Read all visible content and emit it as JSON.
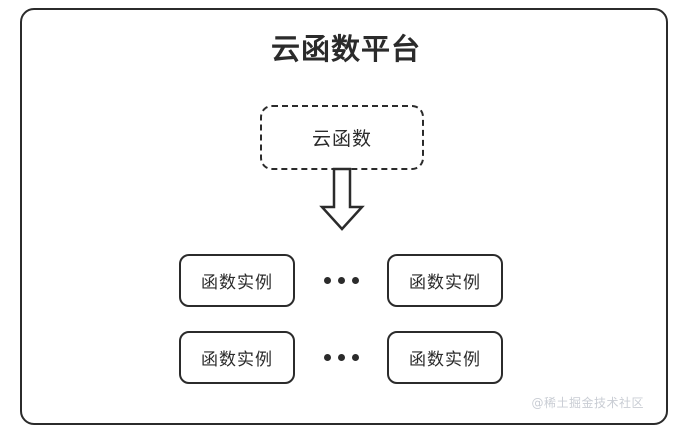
{
  "diagram": {
    "title": "云函数平台",
    "cloud_function": {
      "label": "云函数",
      "style": "dashed"
    },
    "arrow": {
      "icon": "down-arrow-icon",
      "direction": "down"
    },
    "instance_rows": [
      {
        "left": {
          "label": "函数实例"
        },
        "separator": "•••",
        "right": {
          "label": "函数实例"
        }
      },
      {
        "left": {
          "label": "函数实例"
        },
        "separator": "•••",
        "right": {
          "label": "函数实例"
        }
      }
    ],
    "watermark": "@稀土掘金技术社区",
    "colors": {
      "stroke": "#2b2b2b",
      "text": "#2b2b2b",
      "background": "#ffffff",
      "watermark": "#c9cdd4"
    }
  }
}
